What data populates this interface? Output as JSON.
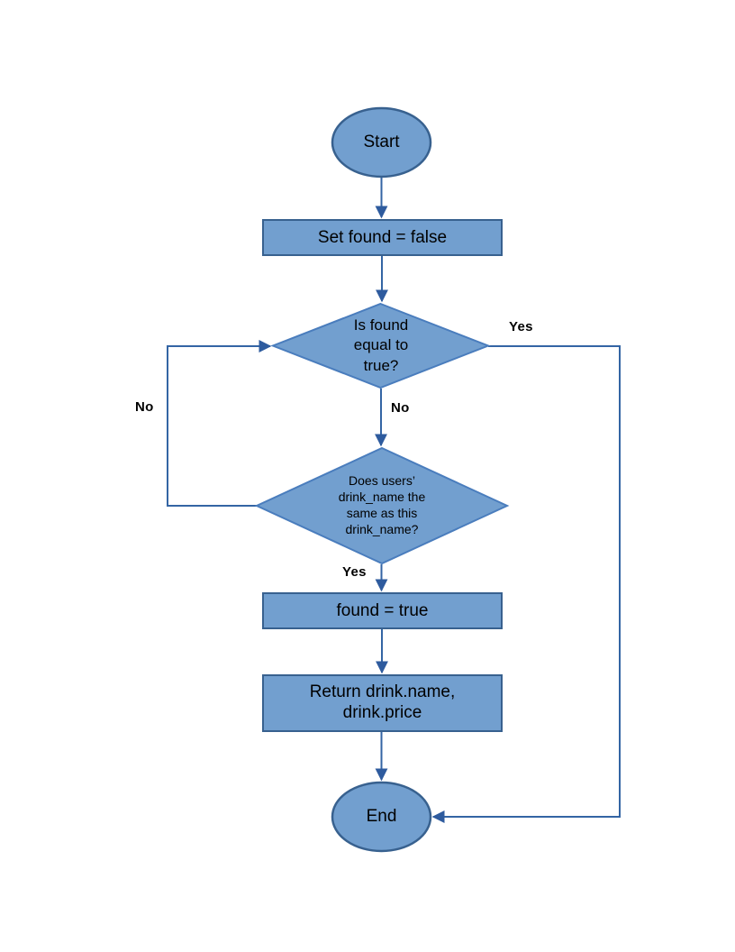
{
  "flowchart": {
    "nodes": {
      "start": {
        "type": "terminator",
        "label": "Start"
      },
      "set_found_false": {
        "type": "process",
        "label": "Set found = false"
      },
      "is_found_true": {
        "type": "decision",
        "label": "Is found\nequal to\ntrue?"
      },
      "drink_name_match": {
        "type": "decision",
        "label": "Does users’\ndrink_name the\nsame as this\ndrink_name?"
      },
      "found_true": {
        "type": "process",
        "label": "found = true"
      },
      "return_drink": {
        "type": "process",
        "label": "Return drink.name,\ndrink.price"
      },
      "end": {
        "type": "terminator",
        "label": "End"
      }
    },
    "edge_labels": {
      "is_found_yes": "Yes",
      "is_found_no": "No",
      "match_no": "No",
      "match_yes": "Yes"
    },
    "colors": {
      "shape_fill": "#729FCF",
      "shape_stroke": "#38618F",
      "decision_stroke": "#4A7DBD",
      "connector_stroke": "#3465A4",
      "arrowhead_fill": "#2E5B9E",
      "text": "#000000"
    }
  }
}
